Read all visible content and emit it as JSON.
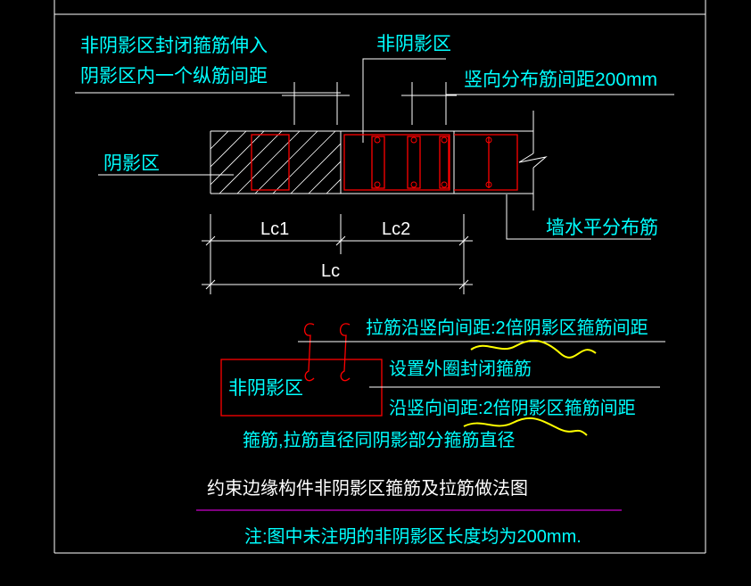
{
  "colors": {
    "background": "#000000",
    "frame": "#ffffff",
    "text_cyan": "#00ffff",
    "text_white": "#ffffff",
    "rebar_red": "#ff0000",
    "hatch": "#ffffff",
    "highlight_yellow": "#ffff00",
    "underline_magenta": "#ff00ff",
    "dim_white": "#ffffff"
  },
  "labels": {
    "top_left_line1": "非阴影区封闭箍筋伸入",
    "top_left_line2": "阴影区内一个纵筋间距",
    "non_shadow_top": "非阴影区",
    "vertical_spacing": "竖向分布筋间距200mm",
    "shadow_zone": "阴影区",
    "wall_horizontal": "墙水平分布筋",
    "dim_lc1": "Lc1",
    "dim_lc2": "Lc2",
    "dim_lc": "Lc",
    "tie_spacing": "拉筋沿竖向间距:2倍阴影区箍筋间距",
    "non_shadow_box": "非阴影区",
    "outer_hoop": "设置外圈封闭箍筋",
    "vertical_spacing_2": "沿竖向间距:2倍阴影区箍筋间距",
    "diameter_note": "箍筋,拉筋直径同阴影部分箍筋直径",
    "title": "约束边缘构件非阴影区箍筋及拉筋做法图",
    "note": "注:图中未注明的非阴影区长度均为200mm."
  }
}
